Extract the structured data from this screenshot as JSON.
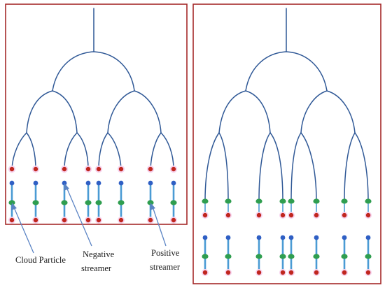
{
  "figure": {
    "labels": {
      "cloud_particle": "Cloud Particle",
      "negative_streamer": [
        "Negative",
        "streamer"
      ],
      "positive_streamer": [
        "Positive",
        "streamer"
      ]
    },
    "colors": {
      "frame": "#a52a2a",
      "branch": "#2f5896",
      "streamer_rod": "#4a9bd4",
      "particle_red": "#c0261e",
      "particle_blue": "#2f5fc4",
      "particle_green": "#2f9e4f",
      "highlight": "#f7d3ee",
      "arrow": "#5b84c4"
    }
  }
}
